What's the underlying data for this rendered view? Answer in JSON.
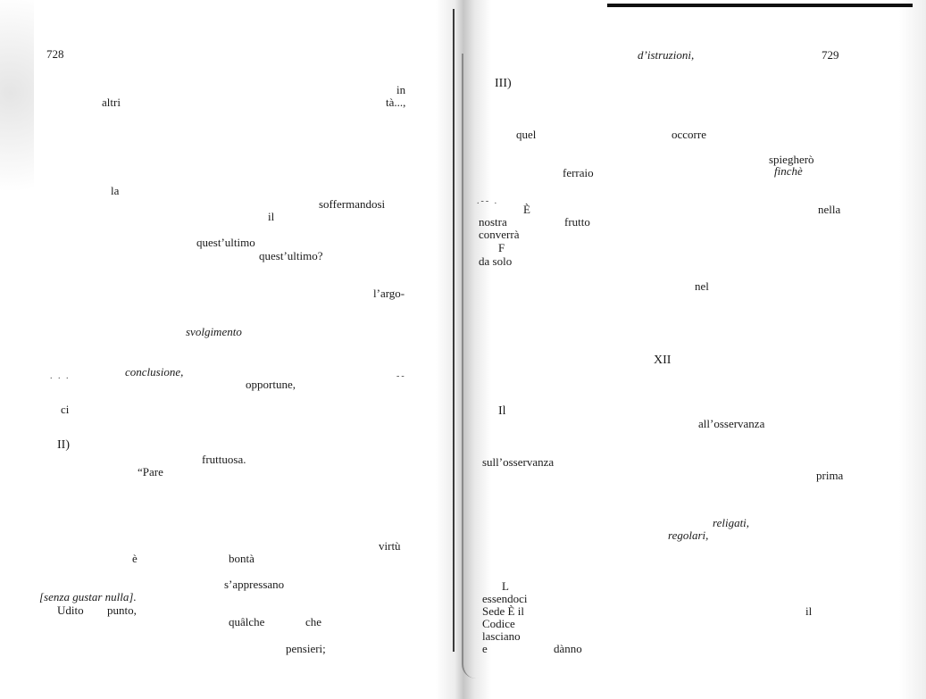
{
  "left_page": {
    "folio": "728",
    "words": {
      "in": "in",
      "altri": "altri",
      "ta": "tà...,",
      "la": "la",
      "soffermandosi": "soffermandosi",
      "il": "il",
      "quest_ultimo_1": "quest’ultimo",
      "quest_ultimo_2": "quest’ultimo?",
      "l_argo": "l’argo-",
      "svolgimento": "svolgimento",
      "conclusione": "conclusione,",
      "opportune": "opportune,",
      "ci": "ci",
      "section_ii": "II)",
      "fruttuosa": "fruttuosa.",
      "pare": "“Pare",
      "virtu": "virtù",
      "e": "è",
      "bonta": "bontà",
      "s_appressano": "s’appressano",
      "senza_gustar_nulla": "[senza gustar nulla].",
      "udito": "Udito",
      "punto": "punto,",
      "qualche": "quâlche",
      "che": "che",
      "pensieri": "pensieri;"
    }
  },
  "right_page": {
    "folio": "729",
    "words": {
      "d_istruzioni": "d’istruzioni,",
      "section_iii": "III)",
      "quel": "quel",
      "occorre": "occorre",
      "spieghero": "spiegherò",
      "finche": "finchè",
      "ferraio": "ferraio",
      "e_cap": "È",
      "nostra": "nostra",
      "frutto": "frutto",
      "converra": "converrà",
      "f": "F",
      "da_solo": "da solo",
      "nella": "nella",
      "nel": "nel",
      "section_xii": "XII",
      "il_cap": "Il",
      "all_osservanza": "all’osservanza",
      "sull_osservanza": "sull’osservanza",
      "prima": "prima",
      "religati": "religati,",
      "regolari": "regolari,",
      "l_cap": "L",
      "essendoci": "essendoci",
      "sede": "Sede",
      "e_il": "È il",
      "codice": "Codice",
      "lasciano": "lasciano",
      "e_low": "e",
      "danno": "dànno",
      "il_low": "il"
    }
  }
}
